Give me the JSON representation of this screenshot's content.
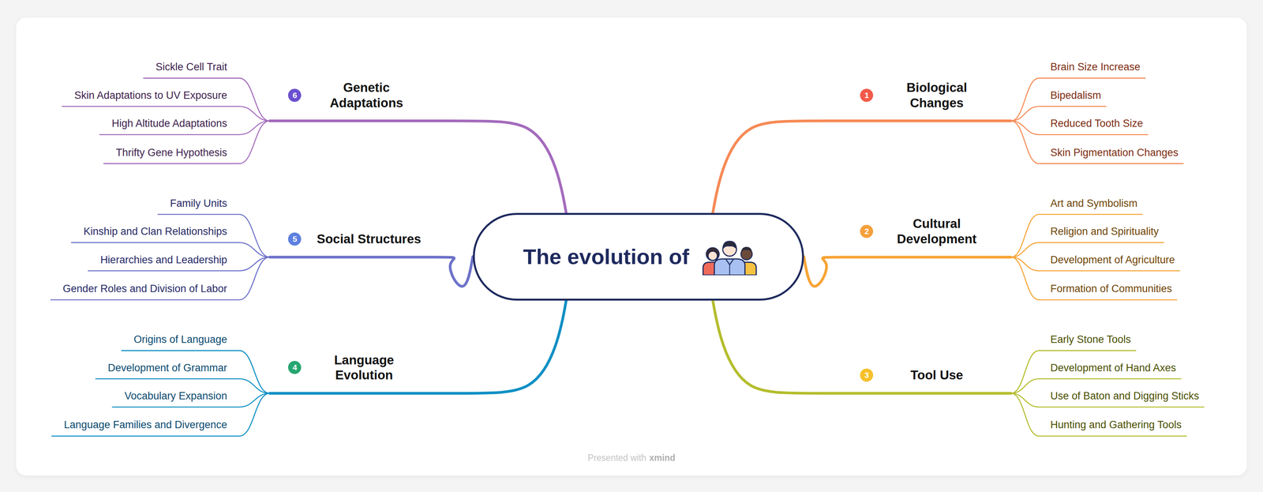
{
  "diagram": {
    "nodes": [
      {
        "text": [
          "The evolution of"
        ]
      },
      {
        "text": [
          "Biological Changes"
        ]
      },
      {
        "text": [
          "Brain Size Increase"
        ]
      },
      {
        "text": [
          "Bipedalism"
        ]
      },
      {
        "text": [
          "Reduced Tooth Size"
        ]
      },
      {
        "text": [
          "Skin Pigmentation Changes"
        ]
      },
      {
        "text": [
          "Cultural Development"
        ]
      },
      {
        "text": [
          "Art and Symbolism"
        ]
      },
      {
        "text": [
          "Religion and Spirituality"
        ]
      },
      {
        "text": [
          "Development of Agriculture"
        ]
      },
      {
        "text": [
          "Formation of Communities"
        ]
      },
      {
        "text": [
          "Tool Use"
        ]
      },
      {
        "text": [
          "Early Stone Tools"
        ]
      },
      {
        "text": [
          "Development of Hand Axes"
        ]
      },
      {
        "text": [
          "Use of Baton and Digging Sticks"
        ]
      },
      {
        "text": [
          "Hunting and Gathering Tools"
        ]
      },
      {
        "text": [
          "Language Evolution"
        ]
      },
      {
        "text": [
          "Origins of Language"
        ]
      },
      {
        "text": [
          "Development of Grammar"
        ]
      },
      {
        "text": [
          "Vocabulary Expansion"
        ]
      },
      {
        "text": [
          "Language Families and Divergence"
        ]
      },
      {
        "text": [
          "Social Structures"
        ]
      },
      {
        "text": [
          "Family Units"
        ]
      },
      {
        "text": [
          "Kinship and Clan Relationships"
        ]
      },
      {
        "text": [
          "Hierarchies and Leadership"
        ]
      },
      {
        "text": [
          "Gender Roles and Division of Labor"
        ]
      },
      {
        "text": [
          "Genetic Adaptations"
        ]
      },
      {
        "text": [
          "Sickle Cell Trait"
        ]
      },
      {
        "text": [
          "Skin Adaptations to UV Exposure"
        ]
      },
      {
        "text": [
          "High Altitude Adaptations"
        ]
      },
      {
        "text": [
          "Thrifty Gene Hypothesis"
        ]
      }
    ],
    "edges": [
      {
        "from": 0,
        "to": 1,
        "arrow": "none"
      },
      {
        "from": 1,
        "to": 2,
        "arrow": "none"
      },
      {
        "from": 1,
        "to": 3,
        "arrow": "none"
      },
      {
        "from": 1,
        "to": 4,
        "arrow": "none"
      },
      {
        "from": 1,
        "to": 5,
        "arrow": "none"
      },
      {
        "from": 0,
        "to": 6,
        "arrow": "none"
      },
      {
        "from": 6,
        "to": 7,
        "arrow": "none"
      },
      {
        "from": 6,
        "to": 8,
        "arrow": "none"
      },
      {
        "from": 6,
        "to": 9,
        "arrow": "none"
      },
      {
        "from": 6,
        "to": 10,
        "arrow": "none"
      },
      {
        "from": 0,
        "to": 11,
        "arrow": "none"
      },
      {
        "from": 11,
        "to": 12,
        "arrow": "none"
      },
      {
        "from": 11,
        "to": 13,
        "arrow": "none"
      },
      {
        "from": 11,
        "to": 14,
        "arrow": "none"
      },
      {
        "from": 11,
        "to": 15,
        "arrow": "none"
      },
      {
        "from": 0,
        "to": 16,
        "arrow": "none"
      },
      {
        "from": 16,
        "to": 17,
        "arrow": "none"
      },
      {
        "from": 16,
        "to": 18,
        "arrow": "none"
      },
      {
        "from": 16,
        "to": 19,
        "arrow": "none"
      },
      {
        "from": 16,
        "to": 20,
        "arrow": "none"
      },
      {
        "from": 0,
        "to": 21,
        "arrow": "none"
      },
      {
        "from": 21,
        "to": 22,
        "arrow": "none"
      },
      {
        "from": 21,
        "to": 23,
        "arrow": "none"
      },
      {
        "from": 21,
        "to": 24,
        "arrow": "none"
      },
      {
        "from": 21,
        "to": 25,
        "arrow": "none"
      },
      {
        "from": 0,
        "to": 26,
        "arrow": "none"
      },
      {
        "from": 26,
        "to": 27,
        "arrow": "none"
      },
      {
        "from": 26,
        "to": 28,
        "arrow": "none"
      },
      {
        "from": 26,
        "to": 29,
        "arrow": "none"
      },
      {
        "from": 26,
        "to": 30,
        "arrow": "none"
      }
    ],
    "labels": [
      "1",
      "2",
      "3",
      "4",
      "5",
      "6",
      "Presented with",
      "xmind"
    ]
  }
}
